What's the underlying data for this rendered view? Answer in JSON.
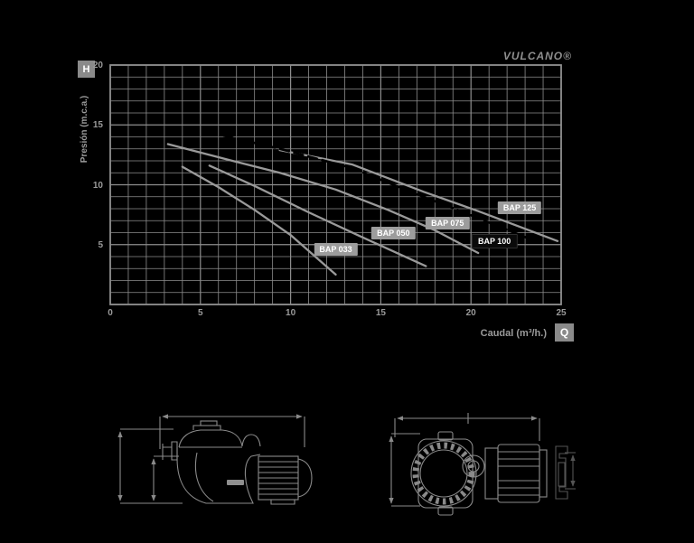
{
  "page": {
    "background": "#000000"
  },
  "logo": {
    "text": "VULCANO®",
    "color": "#8f8f8f"
  },
  "chart_data": {
    "type": "line",
    "title": "",
    "xlabel": "Caudal (m³/h.)",
    "ylabel": "Presión (m.c.a.)",
    "x_badge": "Q",
    "y_badge": "H",
    "xlim": [
      0,
      25
    ],
    "ylim": [
      0,
      20
    ],
    "x_ticks": [
      0,
      5,
      10,
      15,
      20,
      25
    ],
    "y_ticks": [
      5,
      10,
      15,
      20
    ],
    "grid": {
      "minor_step_x": 1,
      "minor_step_y": 1,
      "on": true,
      "color": "#8e8e8e"
    },
    "legend_position": "on-curve-badges",
    "series": [
      {
        "name": "BAP 033",
        "style": "solid",
        "color": "#9a9a9a",
        "points": [
          [
            4.0,
            11.5
          ],
          [
            6.0,
            9.8
          ],
          [
            8.0,
            7.9
          ],
          [
            10.0,
            5.8
          ],
          [
            12.5,
            2.5
          ]
        ]
      },
      {
        "name": "BAP 050",
        "style": "solid",
        "color": "#9a9a9a",
        "points": [
          [
            5.5,
            11.6
          ],
          [
            8.0,
            9.9
          ],
          [
            11.0,
            7.7
          ],
          [
            14.0,
            5.6
          ],
          [
            17.5,
            3.2
          ]
        ]
      },
      {
        "name": "BAP 075",
        "style": "solid",
        "color": "#9a9a9a",
        "points": [
          [
            3.2,
            13.4
          ],
          [
            6.0,
            12.3
          ],
          [
            9.4,
            11.0
          ],
          [
            12.5,
            9.6
          ],
          [
            15.4,
            7.9
          ],
          [
            18.0,
            6.2
          ],
          [
            20.4,
            4.3
          ]
        ]
      },
      {
        "name": "BAP 125",
        "style": "solid",
        "color": "#9a9a9a",
        "points": [
          [
            9.4,
            12.9
          ],
          [
            13.4,
            11.7
          ],
          [
            17.4,
            9.4
          ],
          [
            20.4,
            7.8
          ],
          [
            24.8,
            5.3
          ]
        ]
      },
      {
        "name": "BAP 100",
        "style": "dashed",
        "color": "#000000",
        "points": [
          [
            6.3,
            14.1
          ],
          [
            9.4,
            13.0
          ],
          [
            13.4,
            11.4
          ],
          [
            17.0,
            9.2
          ],
          [
            19.6,
            7.7
          ],
          [
            23.7,
            5.2
          ]
        ]
      }
    ],
    "labels": [
      {
        "text": "BAP 033",
        "q": 12.5,
        "h": 4.6,
        "variant": "gray"
      },
      {
        "text": "BAP 050",
        "q": 15.7,
        "h": 6.0,
        "variant": "gray"
      },
      {
        "text": "BAP 075",
        "q": 18.7,
        "h": 6.8,
        "variant": "gray"
      },
      {
        "text": "BAP 100",
        "q": 21.3,
        "h": 5.3,
        "variant": "black"
      },
      {
        "text": "BAP 125",
        "q": 22.7,
        "h": 8.1,
        "variant": "gray"
      }
    ],
    "colors": {
      "axis_text": "#9a9a9a",
      "grid": "#8e8e8e",
      "curve_gray": "#9a9a9a",
      "curve_black": "#000000",
      "badge_gray_bg": "#9c9c9c",
      "badge_black_bg": "#0a0a0a",
      "badge_text": "#ffffff"
    }
  },
  "drawings": {
    "left_caption": "",
    "right_caption": "",
    "stroke": "#8a8a8a",
    "end_view_stroke": "#555555"
  }
}
